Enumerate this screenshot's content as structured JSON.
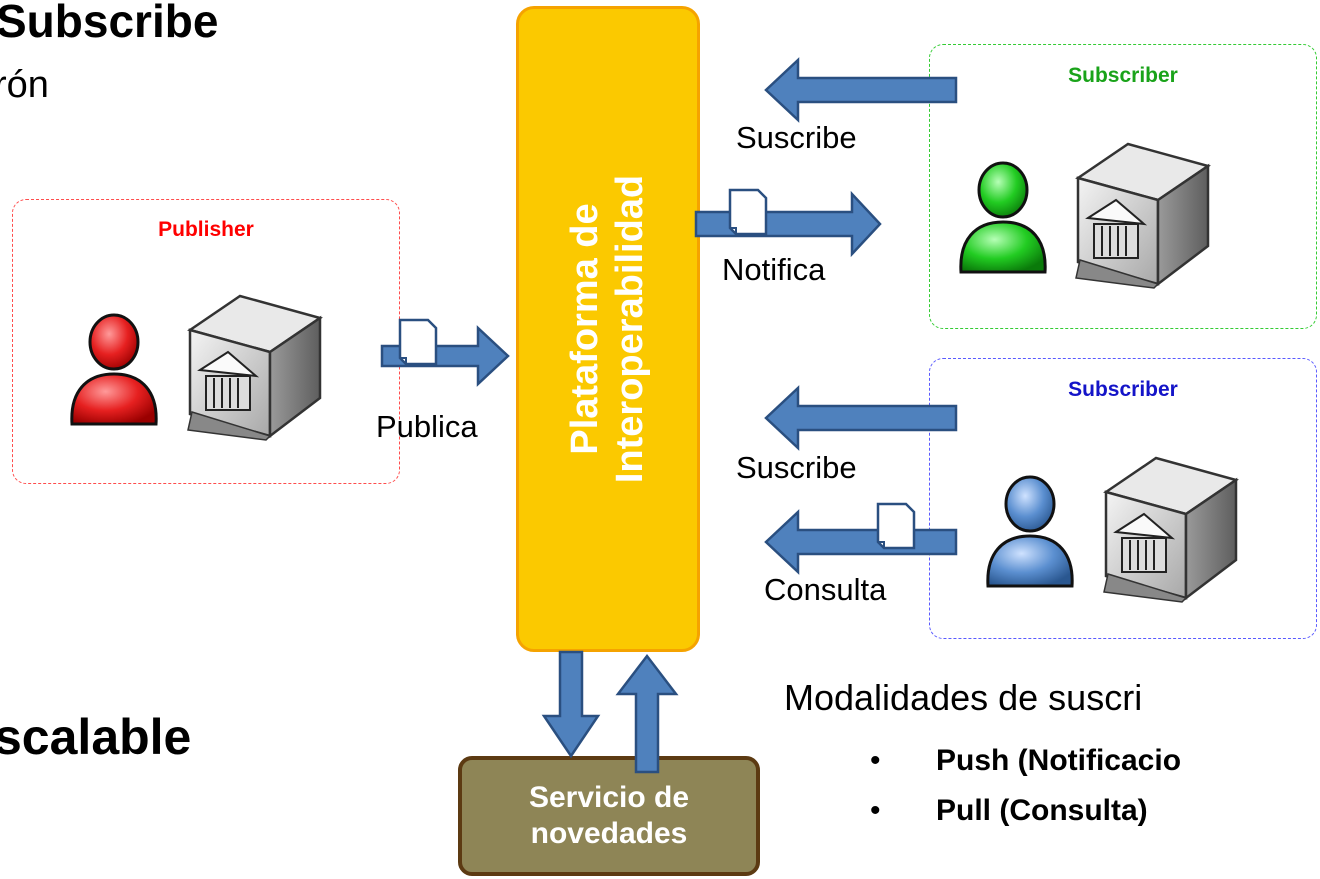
{
  "headings": {
    "top_title": "Subscribe",
    "top_subtitle": "rón",
    "bottom_title": "scalable"
  },
  "publisher": {
    "title": "Publisher",
    "title_color": "#ff0000",
    "border_color": "#ff4d4d"
  },
  "subscriber_green": {
    "title": "Subscriber",
    "title_color": "#1aa31a",
    "border_color": "#33cc33"
  },
  "subscriber_blue": {
    "title": "Subscriber",
    "title_color": "#1414c8",
    "border_color": "#5a5aff"
  },
  "platform": {
    "line1": "Plataforma de",
    "line2": "Interoperabilidad",
    "fill": "#fbc900"
  },
  "service": {
    "line1": "Servicio de",
    "line2": "novedades",
    "fill": "#8e8556"
  },
  "arrows": {
    "publica": "Publica",
    "suscribe_top": "Suscribe",
    "notifica": "Notifica",
    "suscribe_bottom": "Suscribe",
    "consulta": "Consulta",
    "color": "#4f81bd"
  },
  "modalities": {
    "title": "Modalidades de suscri",
    "items": [
      "Push (Notificacio",
      "Pull (Consulta)"
    ]
  },
  "icons": {
    "publisher_user": "person-red-icon",
    "subscriber_green_user": "person-green-icon",
    "subscriber_blue_user": "person-blue-icon",
    "server": "server-building-icon",
    "document": "document-icon"
  }
}
